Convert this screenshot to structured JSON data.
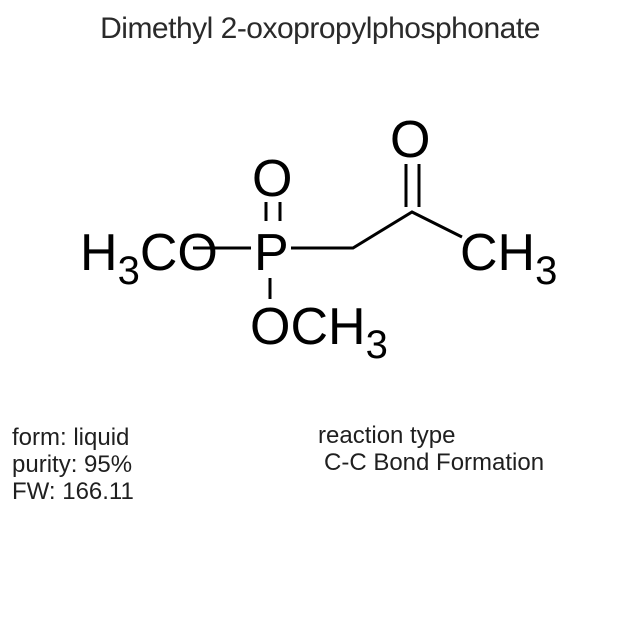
{
  "title": "Dimethyl 2-oxopropylphosphonate",
  "structure": {
    "methoxy_left": {
      "h": "H",
      "three": "3",
      "co": "CO"
    },
    "phosphoryl_o": "O",
    "phosphorus": "P",
    "methoxy_bottom": {
      "och": "OCH",
      "three": "3"
    },
    "ketone_o": "O",
    "methyl_right": {
      "ch": "CH",
      "three": "3"
    }
  },
  "properties": {
    "form": "form: liquid",
    "purity": "purity: 95%",
    "fw": "FW: 166.11"
  },
  "reaction": {
    "heading": "reaction type",
    "value": "C-C Bond Formation"
  },
  "colors": {
    "background": "#ffffff",
    "title_text": "#2a2a2a",
    "structure": "#000000",
    "info_text": "#1f1f1f"
  }
}
